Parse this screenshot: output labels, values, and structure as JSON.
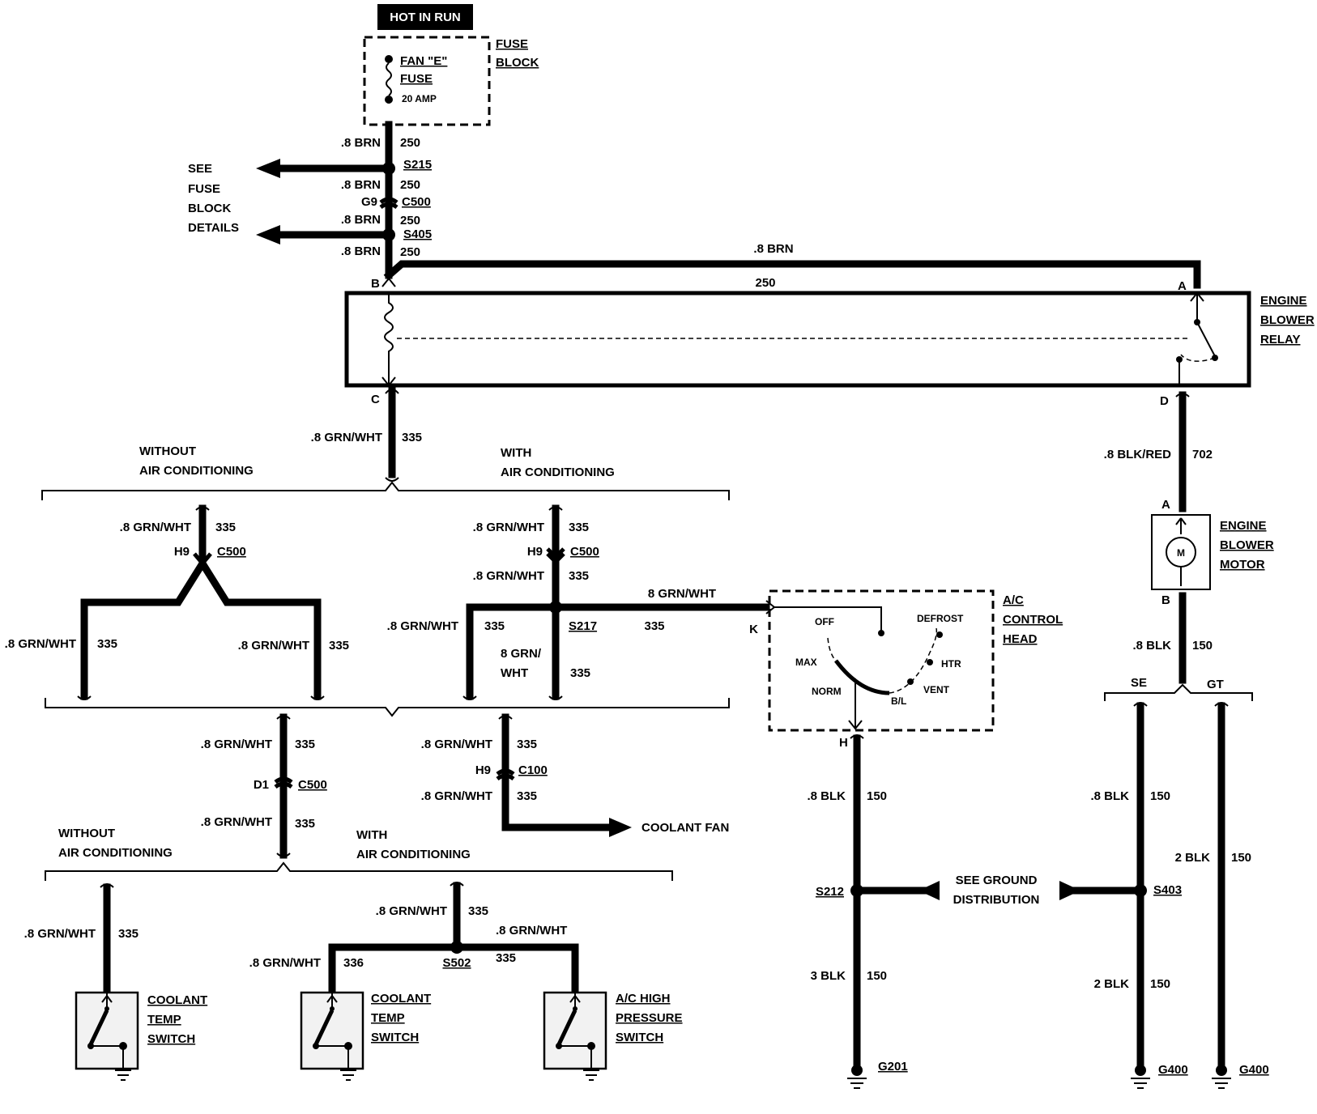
{
  "hot_in_run": "HOT IN RUN",
  "fuse_block": {
    "label1": "FUSE",
    "label2": "BLOCK",
    "fuse_name1": "FAN \"E\"",
    "fuse_name2": "FUSE",
    "rating": "20 AMP"
  },
  "see_fuse_block": [
    "SEE",
    "FUSE",
    "BLOCK",
    "DETAILS"
  ],
  "top_wires": {
    "w1_gauge": ".8 BRN",
    "w1_num": "250",
    "s215": "S215",
    "w2_gauge": ".8 BRN",
    "w2_num": "250",
    "g9": "G9",
    "c500": "C500",
    "w3_gauge": ".8 BRN",
    "w3_num": "250",
    "s405": "S405",
    "w4_gauge": ".8 BRN",
    "w4_num": "250",
    "top_gauge": ".8 BRN",
    "top_num": "250"
  },
  "relay": {
    "label1": "ENGINE",
    "label2": "BLOWER",
    "label3": "RELAY",
    "pin_b": "B",
    "pin_a": "A",
    "pin_c": "C",
    "pin_d": "D"
  },
  "relay_c_wire": {
    "gauge": ".8 GRN/WHT",
    "num": "335"
  },
  "relay_d_wire": {
    "gauge": ".8 BLK/RED",
    "num": "702"
  },
  "motor": {
    "label1": "ENGINE",
    "label2": "BLOWER",
    "label3": "MOTOR",
    "pin_a": "A",
    "pin_b": "B",
    "symbol": "M"
  },
  "motor_b_wire": {
    "gauge": ".8 BLK",
    "num": "150"
  },
  "se": "SE",
  "gt": "GT",
  "upper_left": {
    "without1": "WITHOUT",
    "without2": "AIR CONDITIONING",
    "gauge": ".8 GRN/WHT",
    "num": "335",
    "h9": "H9",
    "c500": "C500",
    "left_gauge": ".8 GRN/WHT",
    "left_num": "335",
    "right_gauge": ".8 GRN/WHT",
    "right_num": "335"
  },
  "upper_right": {
    "with1": "WITH",
    "with2": "AIR CONDITIONING",
    "gauge1": ".8 GRN/WHT",
    "num1": "335",
    "h9": "H9",
    "c500": "C500",
    "gauge2": ".8 GRN/WHT",
    "num2": "335",
    "left_gauge": ".8 GRN/WHT",
    "left_num": "335",
    "s217": "S217",
    "down_gauge1": "8 GRN/",
    "down_gauge2": "WHT",
    "down_num": "335",
    "k_gauge": "8 GRN/WHT",
    "k_num": "335"
  },
  "ac_head": {
    "label1": "A/C",
    "label2": "CONTROL",
    "label3": "HEAD",
    "off": "OFF",
    "defrost": "DEFROST",
    "max": "MAX",
    "htr": "HTR",
    "norm": "NORM",
    "vent": "VENT",
    "bl": "B/L",
    "pin_k": "K",
    "pin_h": "H"
  },
  "mid_left": {
    "gauge1": ".8 GRN/WHT",
    "num1": "335",
    "d1": "D1",
    "c500": "C500",
    "gauge2": ".8 GRN/WHT",
    "num2": "335"
  },
  "mid_right": {
    "gauge1": ".8 GRN/WHT",
    "num1": "335",
    "h9": "H9",
    "c100": "C100",
    "gauge2": ".8 GRN/WHT",
    "num2": "335",
    "coolant_fan": "COOLANT FAN"
  },
  "lower_left": {
    "without1": "WITHOUT",
    "without2": "AIR CONDITIONING",
    "gauge": ".8 GRN/WHT",
    "num": "335",
    "switch1": "COOLANT",
    "switch2": "TEMP",
    "switch3": "SWITCH"
  },
  "lower_right": {
    "with1": "WITH",
    "with2": "AIR CONDITIONING",
    "gauge1": ".8 GRN/WHT",
    "num1": "335",
    "s502": "S502",
    "left_gauge": ".8 GRN/WHT",
    "left_num": "336",
    "right_gauge": ".8 GRN/WHT",
    "right_num": "335",
    "cts1": "COOLANT",
    "cts2": "TEMP",
    "cts3": "SWITCH",
    "ac1": "A/C HIGH",
    "ac2": "PRESSURE",
    "ac3": "SWITCH"
  },
  "ground_h": {
    "gauge1": ".8 BLK",
    "num1": "150",
    "s212": "S212",
    "gauge2": "3 BLK",
    "num2": "150",
    "g201": "G201"
  },
  "ground_dist": {
    "line1": "SEE GROUND",
    "line2": "DISTRIBUTION"
  },
  "ground_se": {
    "gauge1": ".8 BLK",
    "num1": "150",
    "s403": "S403",
    "gauge2": "2 BLK",
    "num2": "150",
    "g400": "G400"
  },
  "ground_gt": {
    "gauge": "2 BLK",
    "num": "150",
    "g400": "G400"
  }
}
